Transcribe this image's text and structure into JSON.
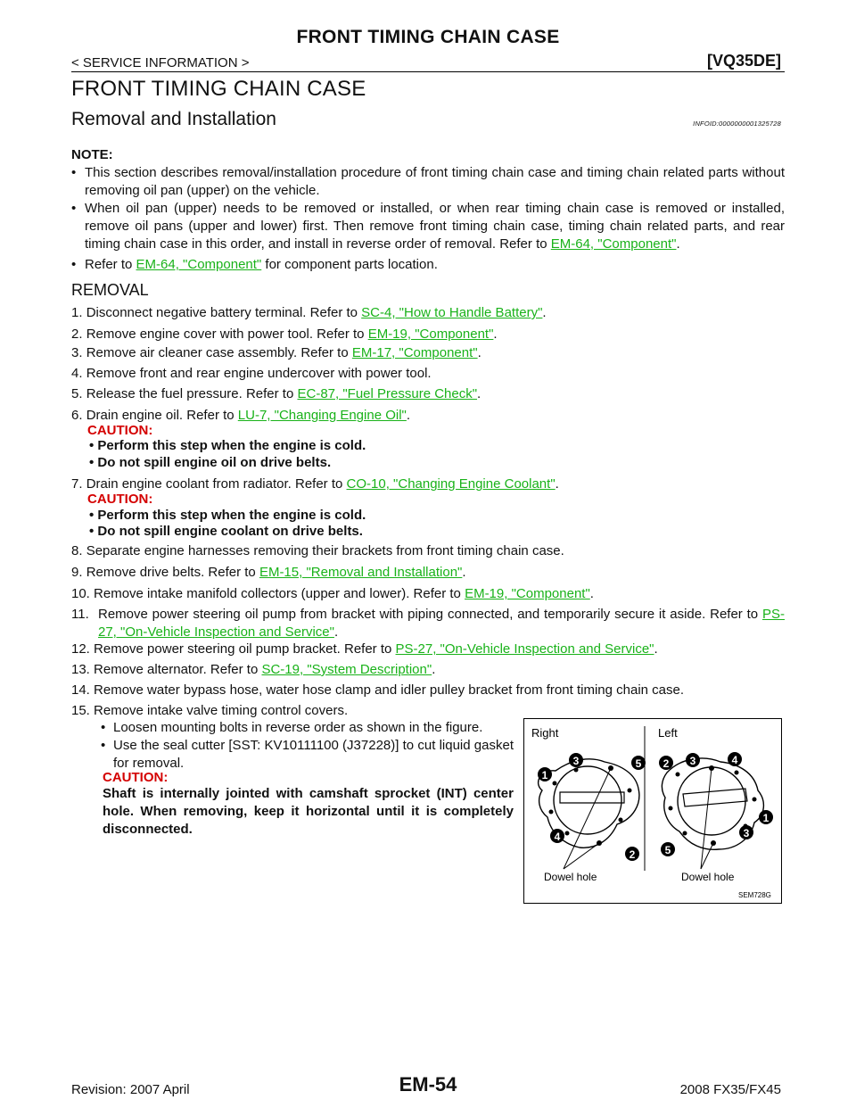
{
  "header": {
    "title": "FRONT TIMING CHAIN CASE",
    "subtitle": "< SERVICE INFORMATION >",
    "engine_code": "[VQ35DE]"
  },
  "page_title": "FRONT TIMING CHAIN CASE",
  "section": {
    "title": "Removal and Installation",
    "info_id": "INFOID:0000000001325728"
  },
  "note": {
    "heading": "NOTE:",
    "b1": "This section describes removal/installation procedure of front timing chain case and timing chain related parts without removing oil pan (upper) on the vehicle.",
    "b2_text": "When oil pan (upper) needs to be removed or installed, or when rear timing chain case is removed or installed, remove oil pans (upper and lower) first. Then remove front timing chain case, timing chain related parts, and rear timing chain case in this order, and install in reverse order of removal. Refer to ",
    "b2_link": "EM-64, \"Component\"",
    "b3_pre": "Refer to ",
    "b3_link": "EM-64, \"Component\"",
    "b3_post": " for component parts location."
  },
  "removal": {
    "heading": "REMOVAL",
    "s1_text": "Disconnect negative battery terminal. Refer to ",
    "s1_link": "SC-4, \"How to Handle Battery\"",
    "s2_text": "Remove engine cover with power tool. Refer to ",
    "s2_link": "EM-19, \"Component\"",
    "s3_text": "Remove air cleaner case assembly. Refer to ",
    "s3_link": "EM-17, \"Component\"",
    "s4_text": "Remove front and rear engine undercover with power tool.",
    "s5_text": "Release the fuel pressure. Refer to ",
    "s5_link": "EC-87, \"Fuel Pressure Check\"",
    "s6_text": "Drain engine oil. Refer to ",
    "s6_link": "LU-7, \"Changing Engine Oil\"",
    "s6_caution": "CAUTION:",
    "s6_c1": "Perform this step when the engine is cold.",
    "s6_c2": "Do not spill engine oil on drive belts.",
    "s7_text": "Drain engine coolant from radiator. Refer to ",
    "s7_link": "CO-10, \"Changing Engine Coolant\"",
    "s7_caution": "CAUTION:",
    "s7_c1": "Perform this step when the engine is cold.",
    "s7_c2": "Do not spill engine coolant on drive belts.",
    "s8_text": "Separate engine harnesses removing their brackets from front timing chain case.",
    "s9_text": "Remove drive belts. Refer to ",
    "s9_link": "EM-15, \"Removal and Installation\"",
    "s10_text": "Remove intake manifold collectors (upper and lower). Refer to ",
    "s10_link": "EM-19, \"Component\"",
    "s11_text": "Remove power steering oil pump from bracket with piping connected, and temporarily secure it aside. Refer to ",
    "s11_link": "PS-27, \"On-Vehicle Inspection and Service\"",
    "s12_text": "Remove power steering oil pump bracket. Refer to ",
    "s12_link": "PS-27, \"On-Vehicle Inspection and Service\"",
    "s13_text": "Remove alternator. Refer to ",
    "s13_link": "SC-19, \"System Description\"",
    "s14_text": "Remove water bypass hose, water hose clamp and idler pulley bracket from front timing chain case.",
    "s15_text": "Remove intake valve timing control covers.",
    "s15_b1": "Loosen mounting bolts in reverse order as shown in the figure.",
    "s15_b2": "Use the seal cutter [SST: KV10111100 (J37228)] to cut liquid gasket for removal.",
    "s15_caution": "CAUTION:",
    "s15_c_text": "Shaft is internally jointed with camshaft sprocket (INT) center hole. When removing, keep it horizontal until it is completely disconnected."
  },
  "figure": {
    "label_right": "Right",
    "label_left": "Left",
    "dowel_right": "Dowel hole",
    "dowel_left": "Dowel hole",
    "code": "SEM728G",
    "n1": "1",
    "n2": "2",
    "n3": "3",
    "n4": "4",
    "n5": "5"
  },
  "footer": {
    "revision": "Revision: 2007 April",
    "page": "EM-54",
    "model": "2008 FX35/FX45"
  }
}
